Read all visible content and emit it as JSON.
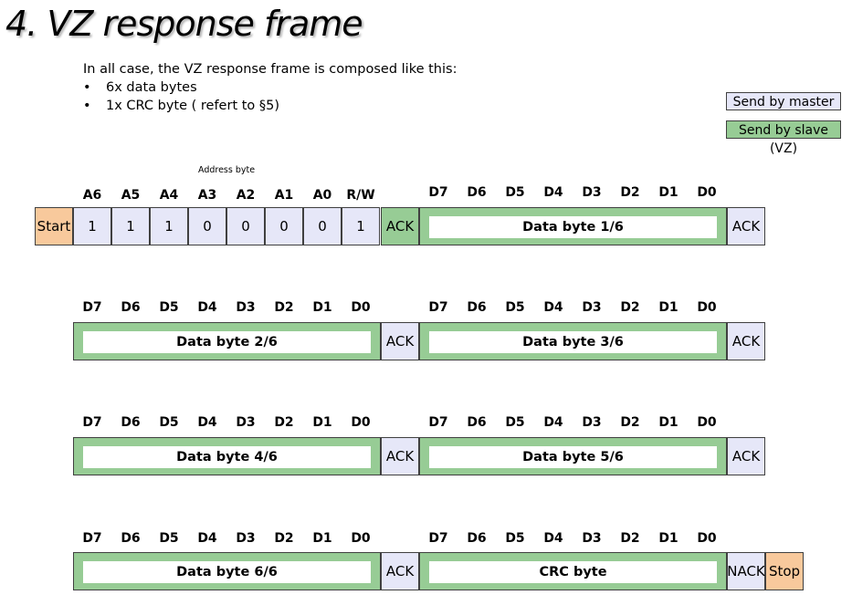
{
  "title": "4. VZ response frame",
  "intro": {
    "line": "In all case, the VZ response frame is composed like this:",
    "bullets": [
      "6x data bytes",
      "1x CRC byte ( refert to §5)"
    ]
  },
  "legend": {
    "master": "Send by master",
    "slave": "Send by slave (VZ)"
  },
  "colors": {
    "master": "#e6e7f8",
    "slave": "#97cc95",
    "start_stop": "#f8c99c",
    "border": "#404040"
  },
  "address_byte_label": "Address byte",
  "address_bits": [
    "A6",
    "A5",
    "A4",
    "A3",
    "A2",
    "A1",
    "A0",
    "R/W"
  ],
  "address_values": [
    "1",
    "1",
    "1",
    "0",
    "0",
    "0",
    "0",
    "1"
  ],
  "data_bits": [
    "D7",
    "D6",
    "D5",
    "D4",
    "D3",
    "D2",
    "D1",
    "D0"
  ],
  "labels": {
    "start": "Start",
    "stop": "Stop",
    "ack": "ACK",
    "nack": "NACK"
  },
  "data_bytes": [
    "Data byte 1/6",
    "Data byte 2/6",
    "Data byte 3/6",
    "Data byte 4/6",
    "Data byte 5/6",
    "Data byte 6/6",
    "CRC byte"
  ]
}
